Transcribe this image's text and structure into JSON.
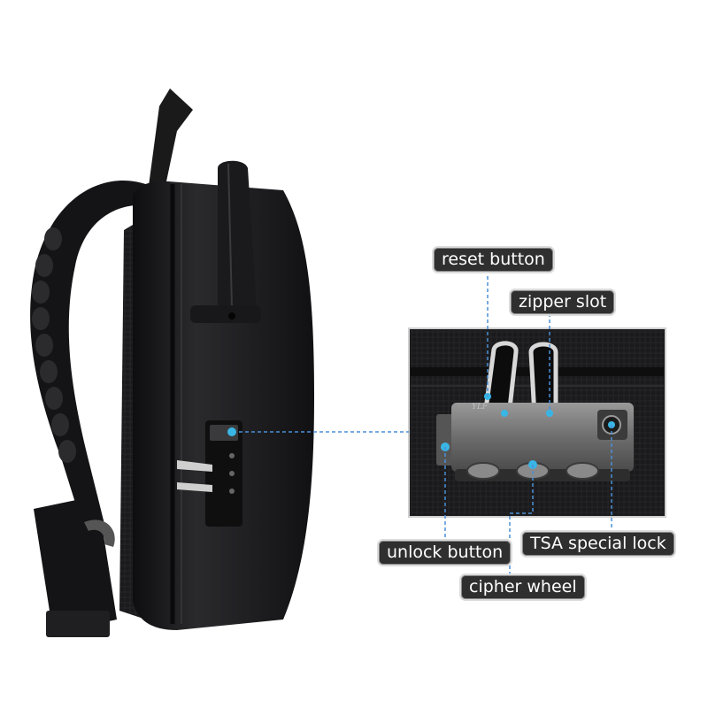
{
  "colors": {
    "background": "#ffffff",
    "bag": "#1c1c1e",
    "callout_bg": "#2f2f2f",
    "callout_border": "#dcdcdc",
    "leader_line": "#4a8fd6"
  },
  "labels": {
    "reset_button": "reset button",
    "zipper_slot": "zipper slot",
    "unlock_button": "unlock button",
    "tsa_lock": "TSA special lock",
    "cipher_wheel": "cipher wheel"
  },
  "lock_logo": "YLF",
  "icons": [
    "backpack-image",
    "lock-closeup-image"
  ]
}
